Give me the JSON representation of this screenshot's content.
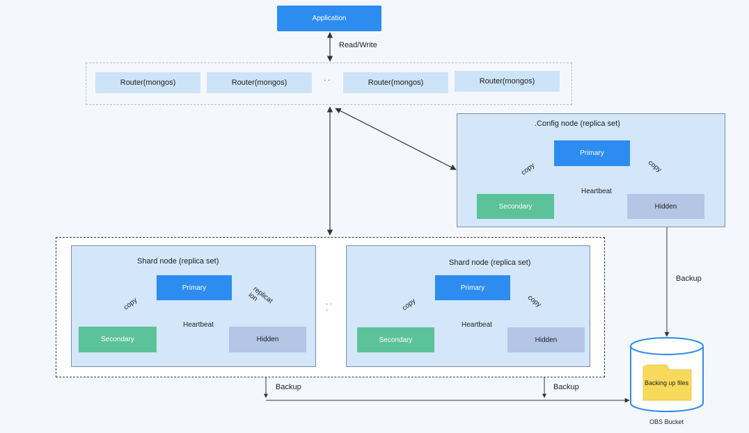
{
  "application": {
    "label": "Application"
  },
  "edge_labels": {
    "read_write": "Read/Write",
    "backup_config": "Backup",
    "backup_shard1": "Backup",
    "backup_shard2": "Backup"
  },
  "routers": [
    {
      "label": "Router(mongos)"
    },
    {
      "label": "Router(mongos)"
    },
    {
      "label": "Router(mongos)"
    },
    {
      "label": "Router(mongos)"
    }
  ],
  "ellipsis": {
    "routers": "· ·",
    "shards": "· ·\n·"
  },
  "config_node": {
    "title": ".Config node (replica set)",
    "primary": "Primary",
    "secondary": "Secondary",
    "hidden": "Hidden",
    "copy_left": "copy",
    "copy_right": "copy",
    "heartbeat": "Heartbeat"
  },
  "shard_nodes": [
    {
      "title": "Shard node (replica set)",
      "primary": "Primary",
      "secondary": "Secondary",
      "hidden": "Hidden",
      "copy_left": "copy",
      "copy_right": "replicat\nion",
      "heartbeat": "Heartbeat"
    },
    {
      "title": "Shard node (replica set)",
      "primary": "Primary",
      "secondary": "Secondary",
      "hidden": "Hidden",
      "copy_left": "copy",
      "copy_right": "copy",
      "heartbeat": "Heartbeat"
    }
  ],
  "obs": {
    "label": "OBS Bucket",
    "folder_label": "Backing up files"
  },
  "colors": {
    "primary": "#2d8cf0",
    "secondary": "#5cc29a",
    "hidden": "#b3c6e6",
    "panel": "#d3e6fa",
    "router": "#cde3f8",
    "folder": "#f7d95c",
    "bucket_stroke": "#2d8cf0"
  }
}
